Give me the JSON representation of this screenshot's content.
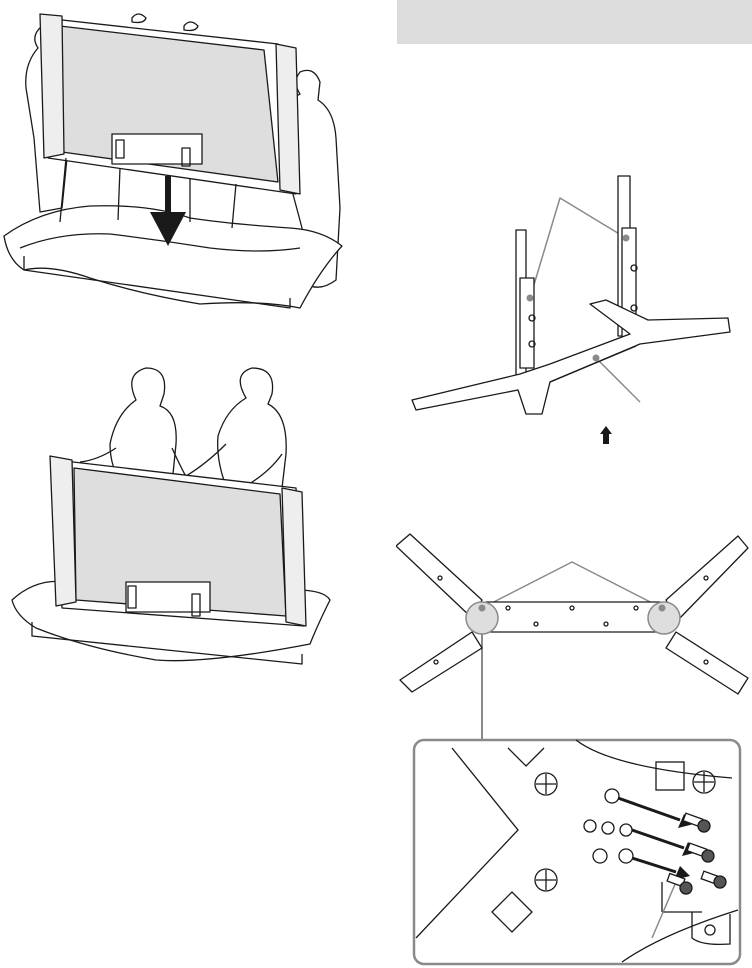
{
  "page": {
    "background": "#ffffff",
    "header_bar_color": "#dcdcdc",
    "line_color": "#1a1a1a",
    "fill_gray": "#dedede",
    "callout_color": "#8a8a8a"
  },
  "figures": [
    {
      "name": "lower-tv-onto-cloth-illustration",
      "icon": "two-people-lowering-tv-icon"
    },
    {
      "name": "tv-lying-on-cloth-illustration",
      "icon": "two-people-holding-tv-icon"
    },
    {
      "name": "stand-assembly-illustration",
      "icon": "stand-with-arrow-icon"
    },
    {
      "name": "stand-base-bottom-view-illustration",
      "icon": "x-shaped-base-icon"
    },
    {
      "name": "screw-detail-illustration",
      "icon": "screw-insert-icon"
    }
  ]
}
